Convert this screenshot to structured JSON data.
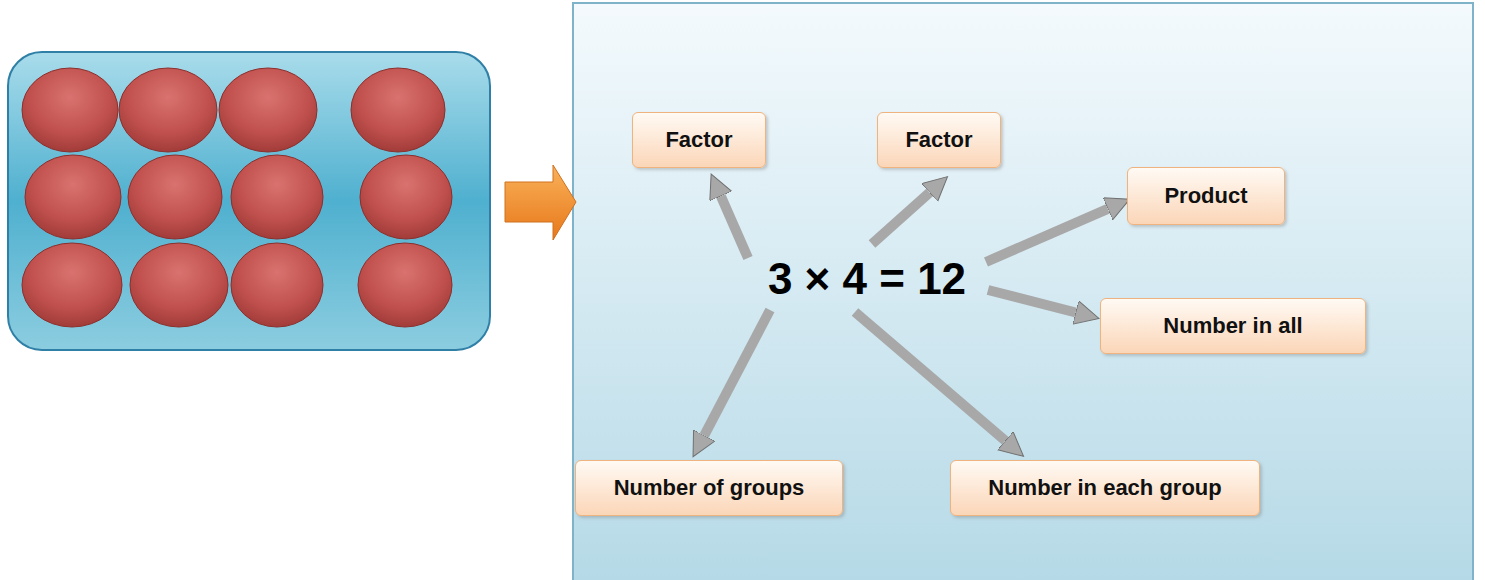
{
  "diagram": {
    "nodes": [
      {
        "text": [
          "Factor"
        ]
      },
      {
        "text": [
          "Factor"
        ]
      },
      {
        "text": [
          "Product"
        ]
      },
      {
        "text": [
          "Number in all"
        ]
      },
      {
        "text": [
          "Number of groups"
        ]
      },
      {
        "text": [
          "Number in each group"
        ]
      }
    ],
    "labels": [
      "3 × 4 = 12"
    ]
  }
}
